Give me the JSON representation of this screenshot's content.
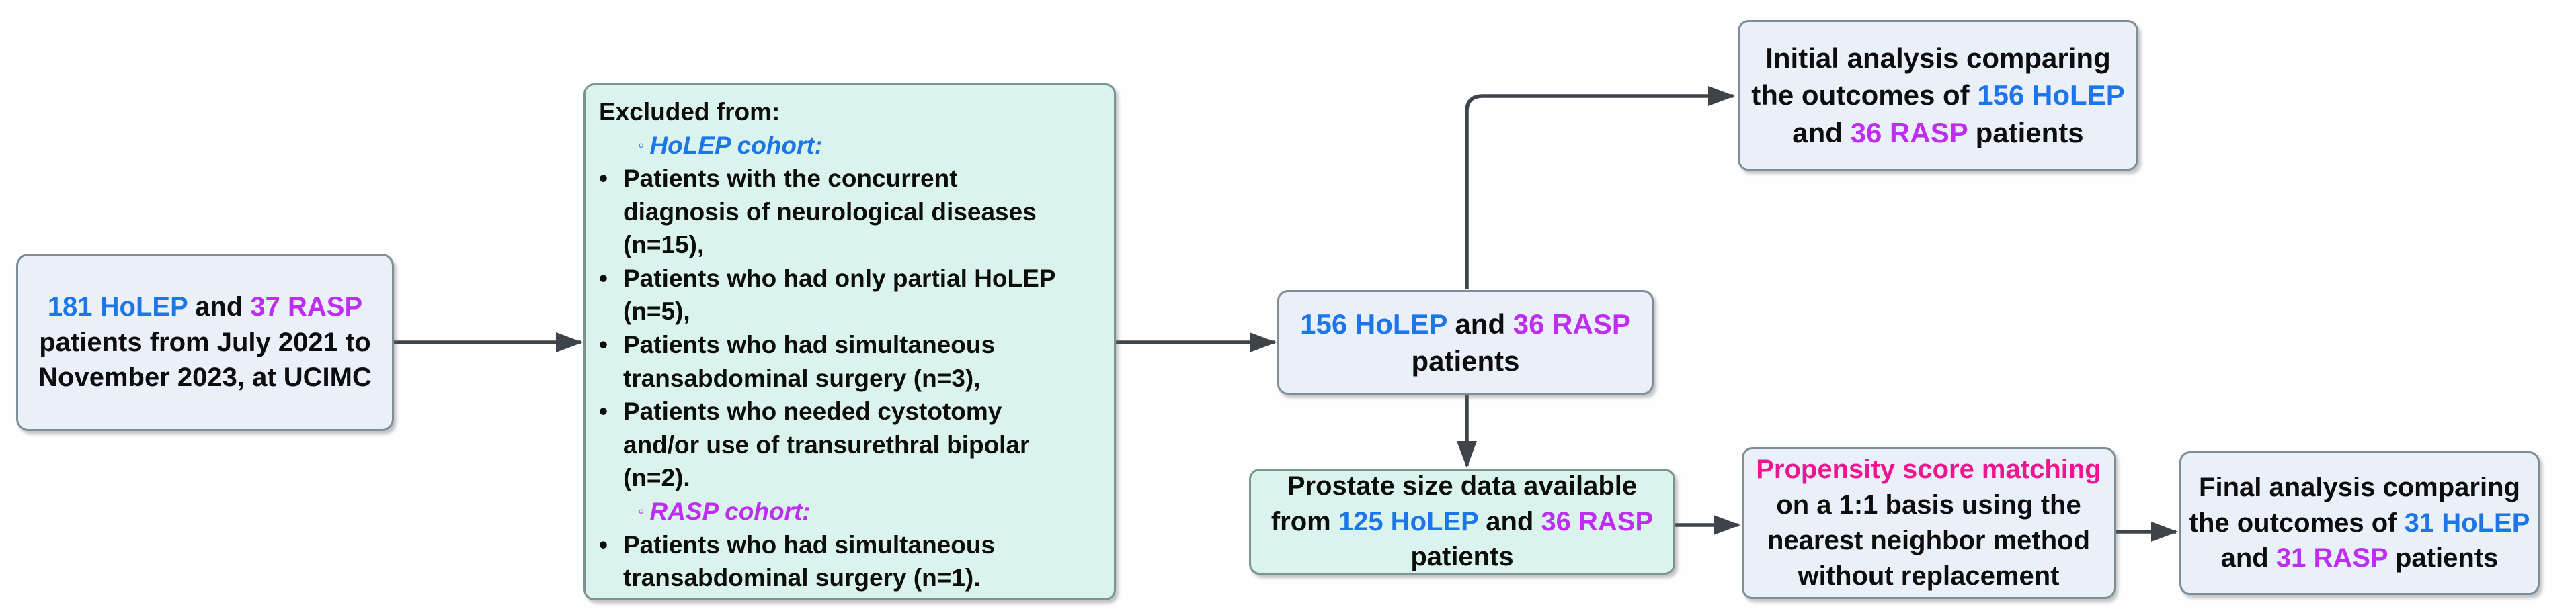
{
  "figure": {
    "type": "patient-flow-diagram",
    "background": "#ffffff"
  },
  "colors": {
    "holep_blue": "#1c76e8",
    "rasp_purple": "#be2ef0",
    "matching_pink": "#ed1690",
    "text_black": "#0d0d0d",
    "box_fill_blue": "#e9f0fa",
    "box_fill_mint": "#daf3ed",
    "box_border_gray": "#7e8d96",
    "arrow_gray": "#3e444a"
  },
  "glyphs": {
    "bullet": "•",
    "open_circle": "◦"
  },
  "boxes": {
    "start": {
      "holep": "181 HoLEP",
      "and": " and ",
      "rasp": "37 RASP",
      "rest": "\npatients from July 2021 to\nNovember 2023, at UCIMC"
    },
    "excluded": {
      "title": "Excluded from:",
      "holep_header": "HoLEP cohort:",
      "holep_items": [
        "Patients with the concurrent\ndiagnosis of neurological diseases\n(n=15),",
        "Patients who had only partial HoLEP\n(n=5),",
        "Patients who had simultaneous\ntransabdominal surgery (n=3),",
        "Patients who needed cystotomy\nand/or use of transurethral bipolar\n(n=2)."
      ],
      "rasp_header": "RASP cohort:",
      "rasp_items": [
        "Patients who had simultaneous\ntransabdominal surgery (n=1)."
      ]
    },
    "cohort156": {
      "holep": "156 HoLEP",
      "and": " and ",
      "rasp": "36 RASP",
      "rest": "\npatients"
    },
    "initial_analysis": {
      "pre": "Initial analysis comparing\nthe outcomes of ",
      "holep": "156 HoLEP",
      "mid": "\nand ",
      "rasp": "36 RASP",
      "post": " patients"
    },
    "prostate": {
      "pre": "Prostate size data available\nfrom ",
      "holep": "125 HoLEP",
      "mid": " and ",
      "rasp": "36 RASP",
      "post": "\npatients"
    },
    "matching": {
      "title": "Propensity score matching",
      "body": "\non a 1:1 basis using the\nnearest neighbor method\nwithout replacement"
    },
    "final_analysis": {
      "pre": "Final analysis comparing\nthe outcomes of ",
      "holep": "31 HoLEP",
      "mid": "\nand ",
      "rasp": "31 RASP",
      "post": " patients"
    }
  }
}
